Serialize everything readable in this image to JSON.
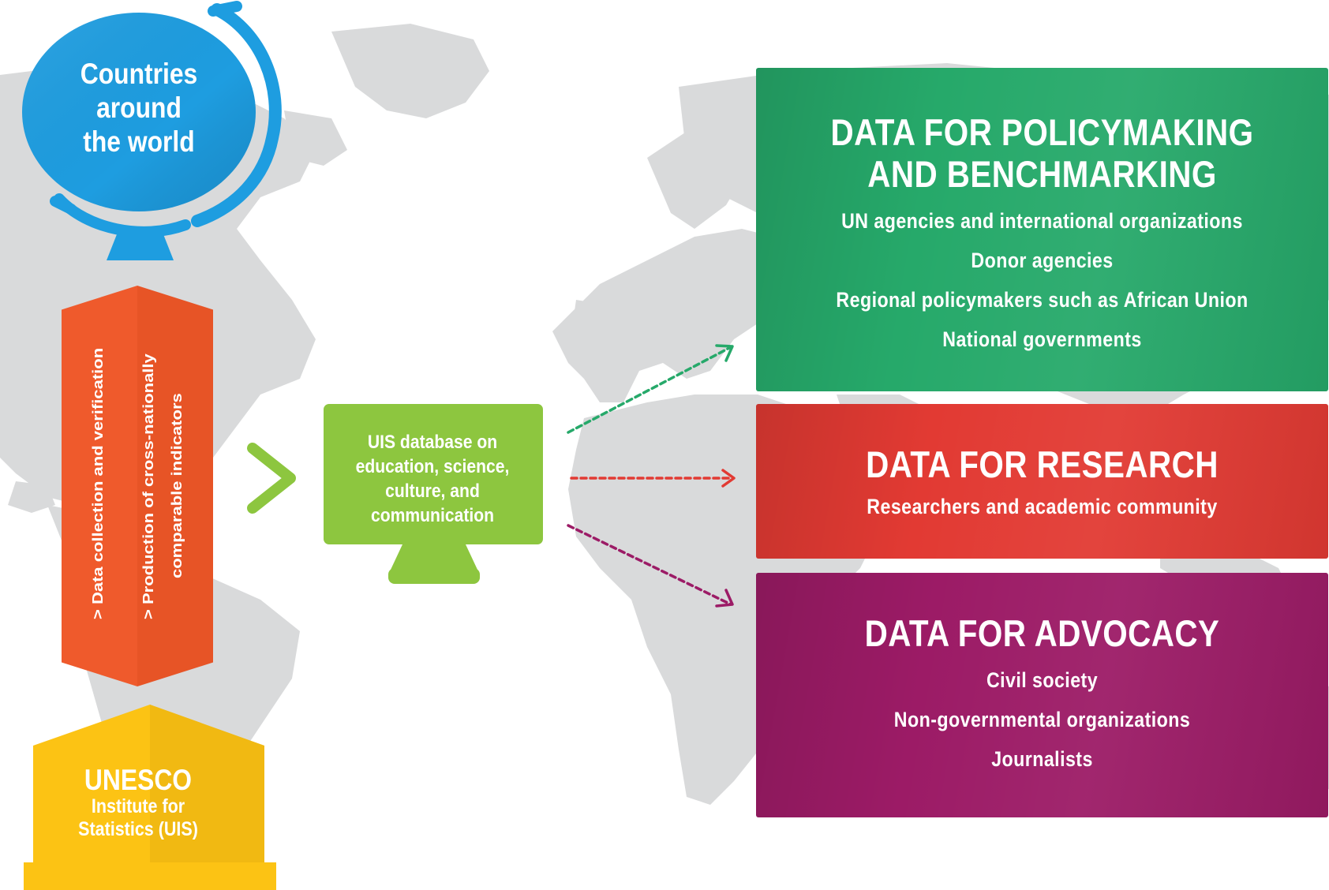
{
  "colors": {
    "globe": "#1e9de0",
    "process": "#ef5a2c",
    "uis": "#fcc314",
    "database": "#8dc63f",
    "policy": "#26a96a",
    "research": "#e23a33",
    "advocacy": "#9c1b66",
    "map": "#d9dadb"
  },
  "globe": {
    "lines": [
      "Countries",
      "around",
      "the world"
    ]
  },
  "process": {
    "line1": "> Data collection and verification",
    "line2a": "> Production of cross-nationally",
    "line2b": "comparable indicators"
  },
  "uis": {
    "name": "UNESCO",
    "sub_lines": [
      "Institute for",
      "Statistics (UIS)"
    ]
  },
  "database": {
    "lines": [
      "UIS database on",
      "education, science,",
      "culture,  and",
      "communication"
    ]
  },
  "panels": {
    "policy": {
      "title_lines": [
        "DATA FOR POLICYMAKING",
        "AND BENCHMARKING"
      ],
      "items": [
        "UN agencies and international organizations",
        "Donor agencies",
        "Regional policymakers such as African Union",
        "National governments"
      ]
    },
    "research": {
      "title_lines": [
        "DATA FOR RESEARCH"
      ],
      "items": [
        "Researchers and academic community"
      ]
    },
    "advocacy": {
      "title_lines": [
        "DATA FOR ADVOCACY"
      ],
      "items": [
        "Civil society",
        "Non-governmental organizations",
        "Journalists"
      ]
    }
  }
}
